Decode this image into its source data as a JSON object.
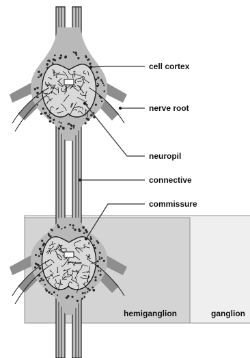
{
  "labels": {
    "cell_cortex": "cell cortex",
    "nerve_root": "nerve root",
    "neuropil": "neuropil",
    "connective": "connective",
    "commissure": "commissure",
    "hemiganglion": "hemiganglion",
    "ganglion": "ganglion"
  },
  "colors": {
    "ganglion_box": "#efefef",
    "hemiganglion_box": "#d4d4d4",
    "box_border": "#8f8f8f",
    "ganglion_body": "#b9b9b9",
    "nerve_root": "#8e8e8e",
    "connective_fill": "#bcbcbc",
    "ink": "#1a1a1a",
    "leader": "#333333"
  }
}
